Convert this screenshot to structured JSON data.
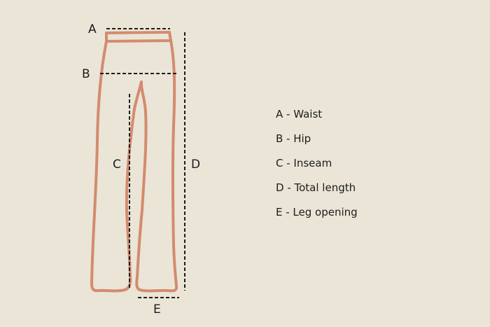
{
  "diagram": {
    "labels": {
      "a": "A",
      "b": "B",
      "c": "C",
      "d": "D",
      "e": "E"
    }
  },
  "legend": {
    "items": [
      "A - Waist",
      "B - Hip",
      "C - Inseam",
      "D - Total length",
      "E - Leg opening"
    ]
  },
  "colors": {
    "background": "#eae5d7",
    "outline": "#d48b6f",
    "ink": "#1c1c1c"
  }
}
